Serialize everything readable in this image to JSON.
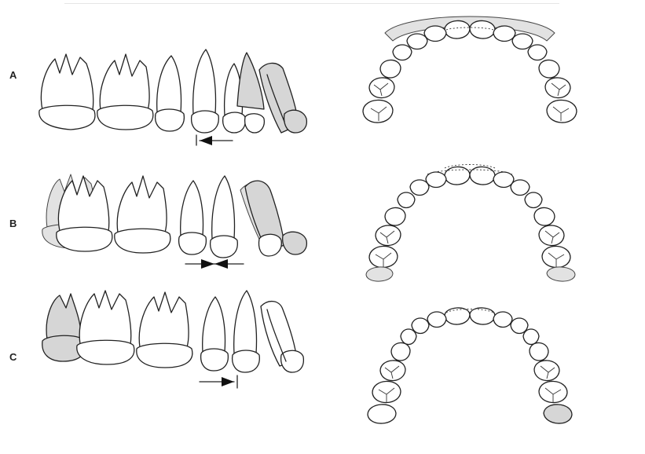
{
  "labels": {
    "a": "A",
    "b": "B",
    "c": "C"
  },
  "colors": {
    "line": "#222222",
    "shade": "#d6d6d6",
    "background": "#ffffff"
  },
  "rows": [
    {
      "label_key": "a",
      "arrow": "left"
    },
    {
      "label_key": "b",
      "arrow": "converging"
    },
    {
      "label_key": "c",
      "arrow": "right"
    }
  ]
}
